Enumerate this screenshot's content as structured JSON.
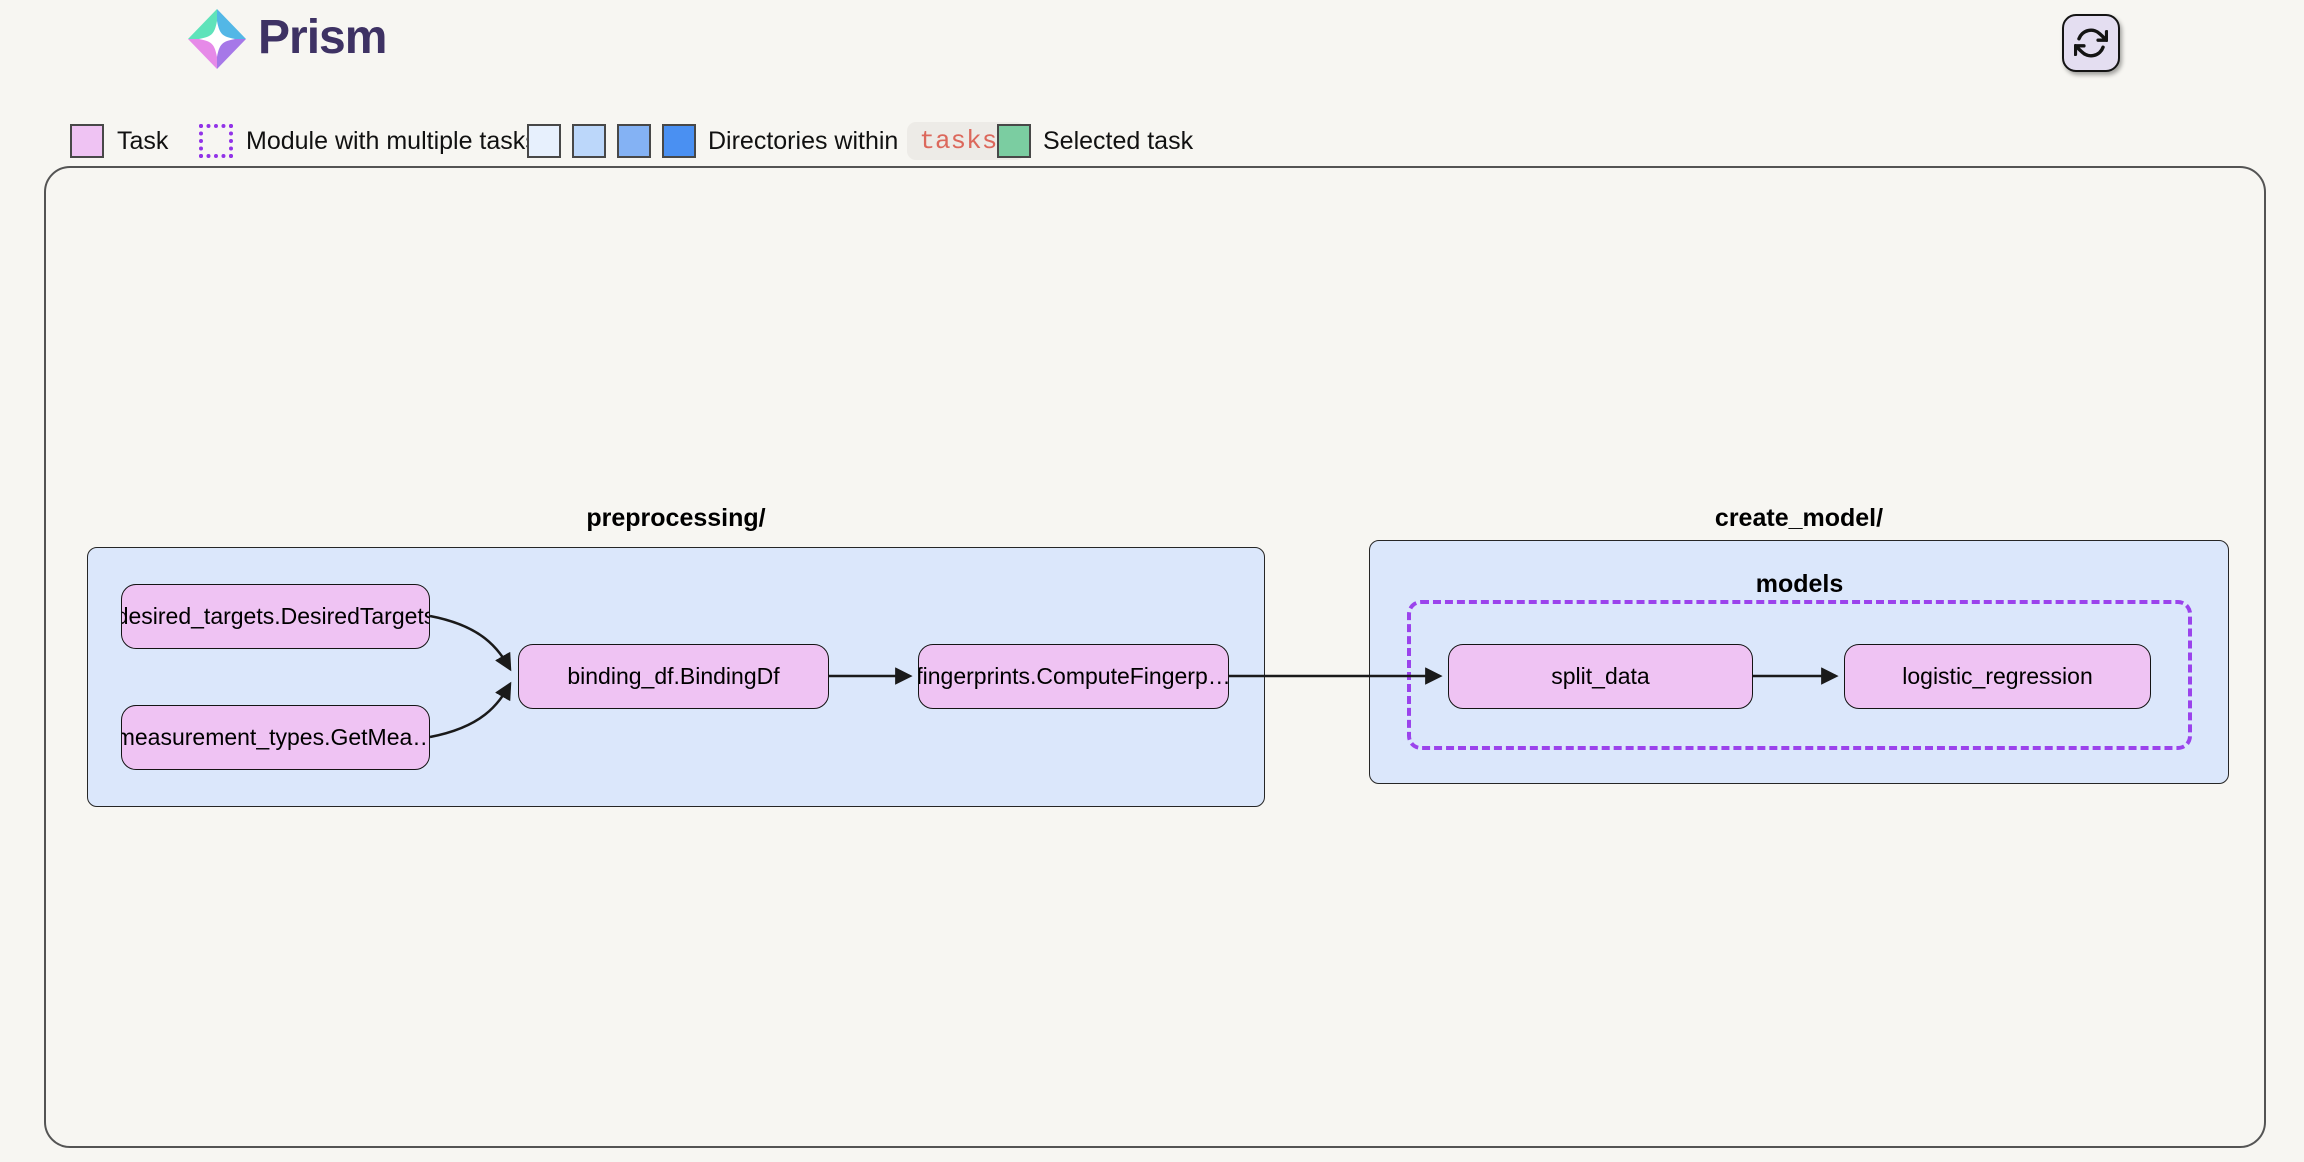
{
  "app": {
    "title": "Prism"
  },
  "header": {
    "refresh_button": {
      "icon": "refresh-icon"
    }
  },
  "legend": {
    "task": {
      "label": "Task",
      "color": "#efc3f3"
    },
    "module": {
      "label": "Module with multiple tasks",
      "border_color": "#9233e8"
    },
    "directories": {
      "label": "Directories within",
      "badge": "tasks/",
      "badge_color": "#dc685c",
      "depth_colors": [
        "#e7f0fd",
        "#bcd7fa",
        "#84b2f4",
        "#4a90f2"
      ]
    },
    "selected": {
      "label": "Selected task",
      "color": "#7bcda1"
    }
  },
  "diagram": {
    "groups": [
      {
        "label": "preprocessing/",
        "color": "#dbe7fb"
      },
      {
        "label": "create_model/",
        "color": "#dbe7fb",
        "module_label": "models"
      }
    ],
    "nodes": [
      {
        "label": "desired_targets.DesiredTargets"
      },
      {
        "label": "measurement_types.GetMea…"
      },
      {
        "label": "binding_df.BindingDf"
      },
      {
        "label": "fingerprints.ComputeFingerp…"
      },
      {
        "label": "split_data"
      },
      {
        "label": "logistic_regression"
      }
    ],
    "edges": [
      {
        "from": "desired_targets.DesiredTargets",
        "to": "binding_df.BindingDf"
      },
      {
        "from": "measurement_types.GetMea…",
        "to": "binding_df.BindingDf"
      },
      {
        "from": "binding_df.BindingDf",
        "to": "fingerprints.ComputeFingerp…"
      },
      {
        "from": "fingerprints.ComputeFingerp…",
        "to": "split_data"
      },
      {
        "from": "split_data",
        "to": "logistic_regression"
      }
    ]
  }
}
